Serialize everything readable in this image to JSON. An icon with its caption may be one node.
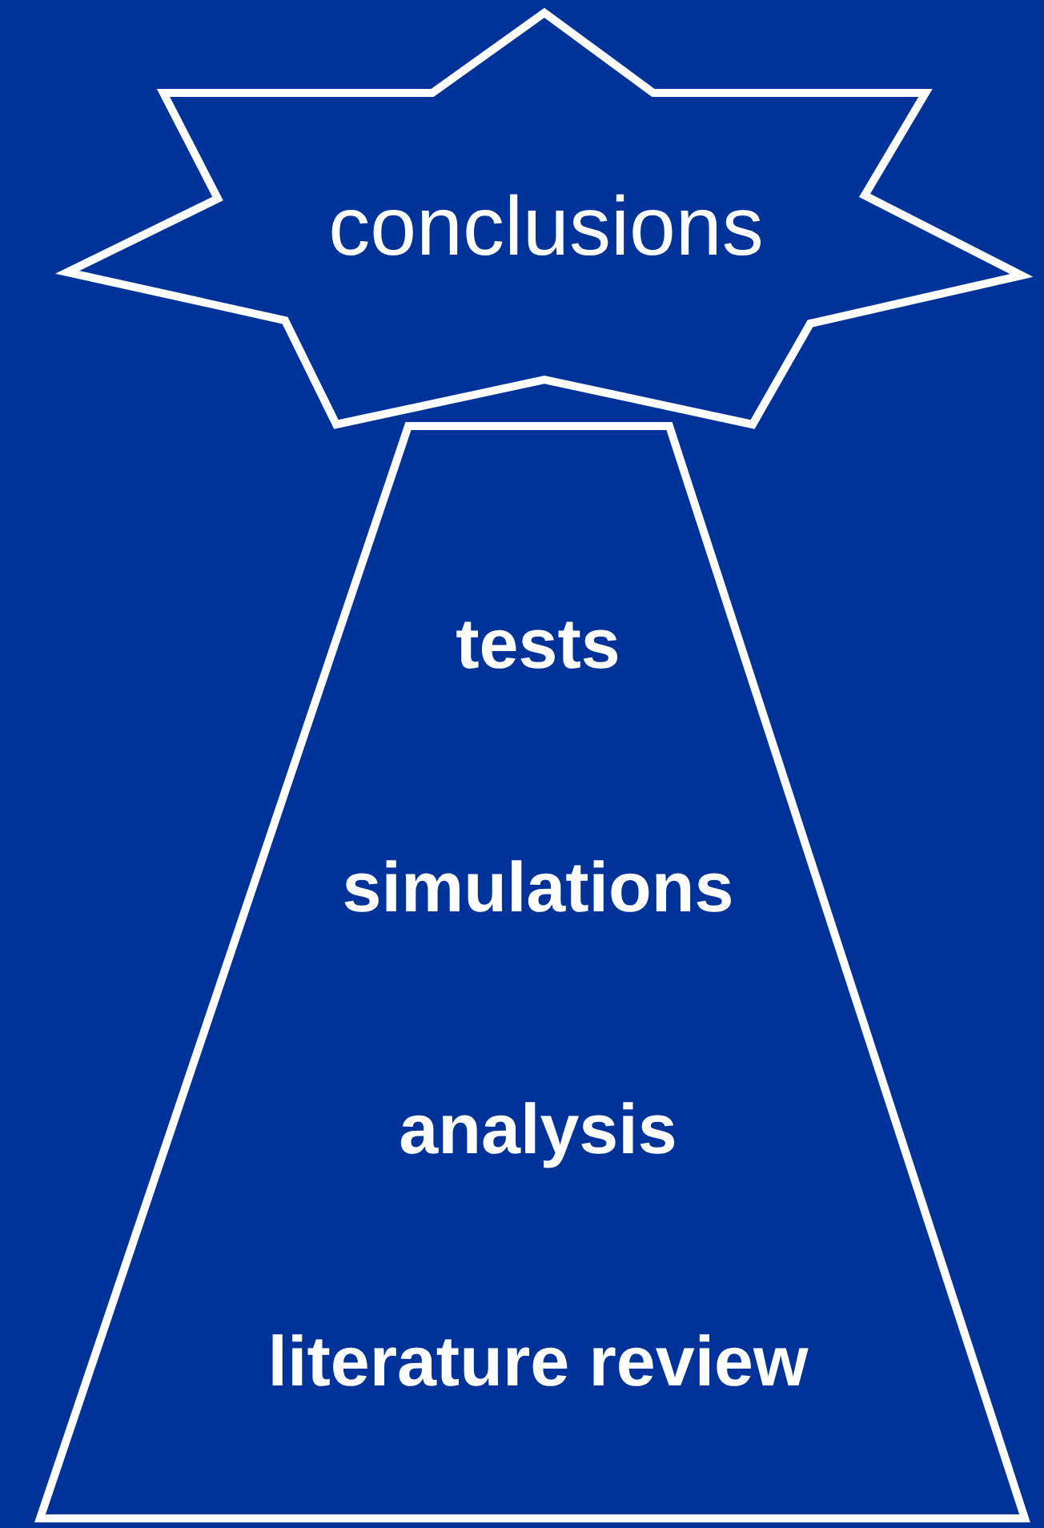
{
  "diagram": {
    "nodes": [
      {
        "text": [
          "conclusions"
        ]
      },
      {
        "text": [
          "tests",
          "simulations",
          "analysis",
          "literature review"
        ]
      }
    ]
  }
}
